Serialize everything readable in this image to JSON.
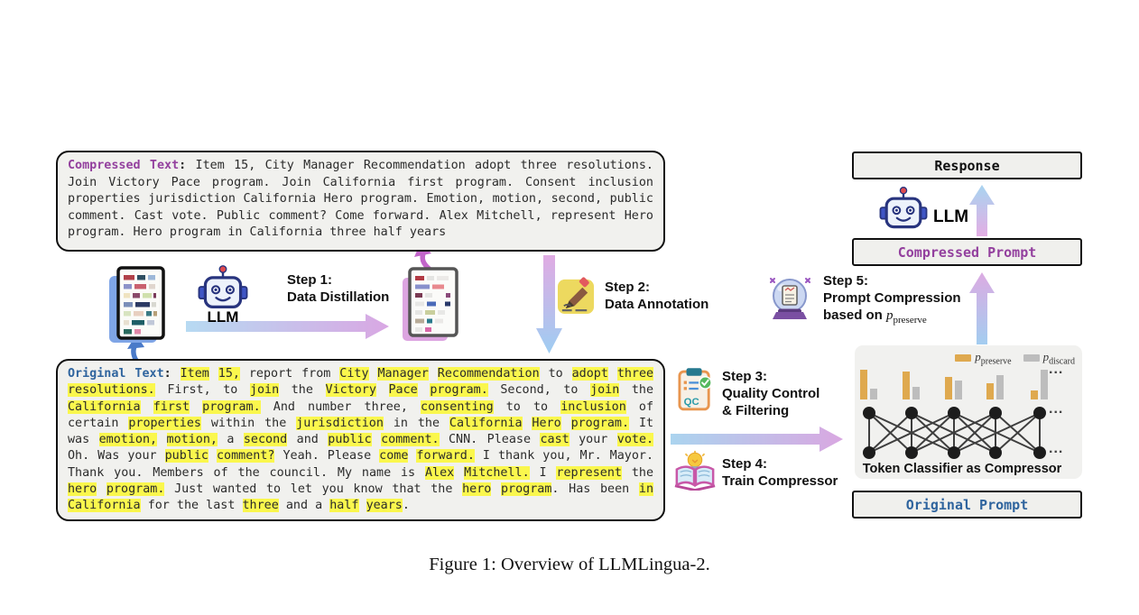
{
  "figure_caption": "Figure 1: Overview of LLMLingua-2.",
  "compressed_text_box": {
    "label": "Compressed Text",
    "separator": ": ",
    "body": "Item 15, City Manager Recommendation adopt three resolutions. Join Victory Pace program. Join California first program. Consent inclusion properties jurisdiction California Hero program. Emotion, motion, second, public comment. Cast vote. Public comment? Come forward. Alex Mitchell, represent Hero program. Hero program in California three half years"
  },
  "original_text_box": {
    "label": "Original Text",
    "separator": ": ",
    "segments": [
      {
        "t": "Item",
        "h": 1
      },
      {
        "t": "15,",
        "h": 1
      },
      {
        "t": "report from",
        "h": 0
      },
      {
        "t": "City",
        "h": 1
      },
      {
        "t": "Manager",
        "h": 1
      },
      {
        "t": "Recommendation",
        "h": 1
      },
      {
        "t": "to",
        "h": 0
      },
      {
        "t": "adopt",
        "h": 1
      },
      {
        "t": "three",
        "h": 1
      },
      {
        "t": "resolutions.",
        "h": 1
      },
      {
        "t": "First, to",
        "h": 0
      },
      {
        "t": "join",
        "h": 1
      },
      {
        "t": "the",
        "h": 0
      },
      {
        "t": "Victory",
        "h": 1
      },
      {
        "t": "Pace",
        "h": 1
      },
      {
        "t": "program.",
        "h": 1
      },
      {
        "t": "Second, to",
        "h": 0
      },
      {
        "t": "join",
        "h": 1
      },
      {
        "t": "the",
        "h": 0
      },
      {
        "t": "California",
        "h": 1
      },
      {
        "t": "first",
        "h": 1
      },
      {
        "t": "program.",
        "h": 1
      },
      {
        "t": "And number three,",
        "h": 0
      },
      {
        "t": "consenting",
        "h": 1
      },
      {
        "t": "to to",
        "h": 0
      },
      {
        "t": "inclusion",
        "h": 1
      },
      {
        "t": "of certain",
        "h": 0
      },
      {
        "t": "properties",
        "h": 1
      },
      {
        "t": "within the",
        "h": 0
      },
      {
        "t": "jurisdiction",
        "h": 1
      },
      {
        "t": "in the",
        "h": 0
      },
      {
        "t": "California",
        "h": 1
      },
      {
        "t": "Hero",
        "h": 1
      },
      {
        "t": "program.",
        "h": 1
      },
      {
        "t": "It was",
        "h": 0
      },
      {
        "t": "emotion,",
        "h": 1
      },
      {
        "t": "motion,",
        "h": 1
      },
      {
        "t": "a",
        "h": 0
      },
      {
        "t": "second",
        "h": 1
      },
      {
        "t": "and",
        "h": 0
      },
      {
        "t": "public",
        "h": 1
      },
      {
        "t": "comment.",
        "h": 1
      },
      {
        "t": "CNN. Please",
        "h": 0
      },
      {
        "t": "cast",
        "h": 1
      },
      {
        "t": "your",
        "h": 0
      },
      {
        "t": "vote.",
        "h": 1
      },
      {
        "t": "Oh. Was your",
        "h": 0
      },
      {
        "t": "public",
        "h": 1
      },
      {
        "t": "comment?",
        "h": 1
      },
      {
        "t": "Yeah. Please",
        "h": 0
      },
      {
        "t": "come",
        "h": 1
      },
      {
        "t": "forward.",
        "h": 1
      },
      {
        "t": "I thank you, Mr. Mayor. Thank you. Members of the council. My name is",
        "h": 0
      },
      {
        "t": "Alex",
        "h": 1
      },
      {
        "t": "Mitchell.",
        "h": 1
      },
      {
        "t": "I",
        "h": 0
      },
      {
        "t": "represent",
        "h": 1
      },
      {
        "t": "the",
        "h": 0
      },
      {
        "t": "hero",
        "h": 1
      },
      {
        "t": "program.",
        "h": 1
      },
      {
        "t": "Just wanted to let you know that the",
        "h": 0
      },
      {
        "t": "hero",
        "h": 1
      },
      {
        "t": "program",
        "h": 1
      },
      {
        "t": ".",
        "h": 0,
        "g": 1
      },
      {
        "t": "Has been",
        "h": 0
      },
      {
        "t": "in",
        "h": 1
      },
      {
        "t": "California",
        "h": 1
      },
      {
        "t": "for the last",
        "h": 0
      },
      {
        "t": "three",
        "h": 1
      },
      {
        "t": "and a",
        "h": 0
      },
      {
        "t": "half",
        "h": 1
      },
      {
        "t": "years",
        "h": 1
      },
      {
        "t": ".",
        "h": 0,
        "g": 1
      }
    ]
  },
  "steps": {
    "step1": {
      "title": "Step 1:",
      "subtitle": "Data Distillation"
    },
    "step2": {
      "title": "Step 2:",
      "subtitle": "Data Annotation"
    },
    "step3": {
      "title": "Step 3:",
      "subtitle_line1": "Quality Control",
      "subtitle_line2": "& Filtering"
    },
    "step4": {
      "title": "Step 4:",
      "subtitle": "Train Compressor"
    },
    "step5": {
      "title": "Step 5:",
      "subtitle": "Prompt Compression",
      "based_prefix": "based on ",
      "math_var": "p",
      "math_sub": "preserve"
    }
  },
  "llm": {
    "left_label": "LLM",
    "right_label": "LLM"
  },
  "pipeline_boxes": {
    "response": "Response",
    "compressed_prompt": "Compressed Prompt",
    "original_prompt": "Original Prompt"
  },
  "token_classifier": {
    "caption": "Token Classifier as Compressor",
    "legend": [
      {
        "var": "p",
        "sub": "preserve"
      },
      {
        "var": "p",
        "sub": "discard"
      }
    ],
    "bars": [
      {
        "preserve": 33,
        "discard": 12
      },
      {
        "preserve": 31,
        "discard": 14
      },
      {
        "preserve": 25,
        "discard": 21
      },
      {
        "preserve": 18,
        "discard": 27
      },
      {
        "preserve": 10,
        "discard": 33
      }
    ],
    "ellipsis": "..."
  },
  "colors": {
    "highlight_yellow": "#FAF74D",
    "compressed_label_purple": "#93409E",
    "original_label_blue": "#2F649E",
    "bar_preserve_orange": "#DFA94F",
    "bar_discard_gray": "#BDBDBD",
    "arrow_blue": "#A5CFF0",
    "arrow_pink": "#DCA9E2",
    "box_background": "#F1F1EE"
  },
  "icons": {
    "document-stack-icon": "stacked page with colored text bars",
    "annotated-document-icon": "stacked page with partly faded text bars",
    "robot-icon": "robot face (LLM)",
    "memo-pencil-icon": "yellow note with pencil",
    "quality-control-clipboard-icon": "clipboard with QC text and green check",
    "train-book-icon": "open book with lightbulb",
    "crystal-ball-icon": "crystal ball with document"
  }
}
